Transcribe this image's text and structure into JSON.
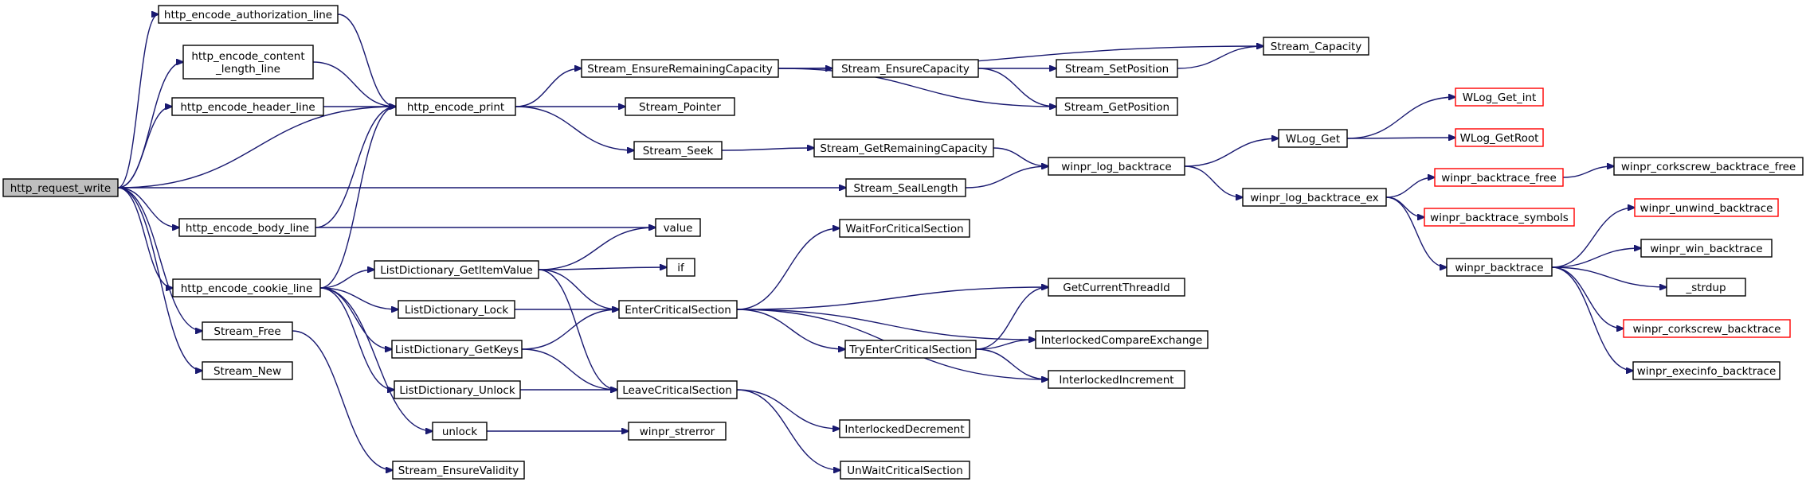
{
  "colors": {
    "edge": "#191970",
    "node_border": "#000000",
    "truncated_border": "#ff0000",
    "root_fill": "#bfbfbf",
    "node_fill": "#ffffff"
  },
  "graph": {
    "root": "http_request_write",
    "nodes": [
      {
        "id": "http_request_write",
        "label": "http_request_write",
        "root": true
      },
      {
        "id": "h_auth",
        "label": "http_encode_authorization_line"
      },
      {
        "id": "h_content",
        "label": "http_encode_content\n_length_line"
      },
      {
        "id": "h_header",
        "label": "http_encode_header_line"
      },
      {
        "id": "h_body",
        "label": "http_encode_body_line"
      },
      {
        "id": "h_cookie",
        "label": "http_encode_cookie_line"
      },
      {
        "id": "s_free",
        "label": "Stream_Free"
      },
      {
        "id": "s_new",
        "label": "Stream_New"
      },
      {
        "id": "h_print",
        "label": "http_encode_print"
      },
      {
        "id": "s_erc",
        "label": "Stream_EnsureRemainingCapacity"
      },
      {
        "id": "s_ptr",
        "label": "Stream_Pointer"
      },
      {
        "id": "s_seek",
        "label": "Stream_Seek"
      },
      {
        "id": "s_ec",
        "label": "Stream_EnsureCapacity"
      },
      {
        "id": "s_cap",
        "label": "Stream_Capacity"
      },
      {
        "id": "s_setpos",
        "label": "Stream_SetPosition"
      },
      {
        "id": "s_getpos",
        "label": "Stream_GetPosition"
      },
      {
        "id": "s_grc",
        "label": "Stream_GetRemainingCapacity"
      },
      {
        "id": "s_seal",
        "label": "Stream_SealLength"
      },
      {
        "id": "value",
        "label": "value"
      },
      {
        "id": "if",
        "label": "if"
      },
      {
        "id": "ld_getitem",
        "label": "ListDictionary_GetItemValue"
      },
      {
        "id": "ld_lock",
        "label": "ListDictionary_Lock"
      },
      {
        "id": "ld_getkeys",
        "label": "ListDictionary_GetKeys"
      },
      {
        "id": "ld_unlock",
        "label": "ListDictionary_Unlock"
      },
      {
        "id": "unlock",
        "label": "unlock"
      },
      {
        "id": "s_ensval",
        "label": "Stream_EnsureValidity"
      },
      {
        "id": "ecs",
        "label": "EnterCriticalSection"
      },
      {
        "id": "lcs",
        "label": "LeaveCriticalSection"
      },
      {
        "id": "strerror",
        "label": "winpr_strerror"
      },
      {
        "id": "wfcs",
        "label": "WaitForCriticalSection"
      },
      {
        "id": "gctid",
        "label": "GetCurrentThreadId"
      },
      {
        "id": "tecs",
        "label": "TryEnterCriticalSection"
      },
      {
        "id": "ice",
        "label": "InterlockedCompareExchange"
      },
      {
        "id": "iinc",
        "label": "InterlockedIncrement"
      },
      {
        "id": "idec",
        "label": "InterlockedDecrement"
      },
      {
        "id": "uwcs",
        "label": "UnWaitCriticalSection"
      },
      {
        "id": "wlb",
        "label": "winpr_log_backtrace"
      },
      {
        "id": "wlog_get",
        "label": "WLog_Get"
      },
      {
        "id": "wlog_int",
        "label": "WLog_Get_int",
        "truncated": true
      },
      {
        "id": "wlog_root",
        "label": "WLog_GetRoot",
        "truncated": true
      },
      {
        "id": "wlbe",
        "label": "winpr_log_backtrace_ex"
      },
      {
        "id": "wbf",
        "label": "winpr_backtrace_free",
        "truncated": true
      },
      {
        "id": "wcbf",
        "label": "winpr_corkscrew_backtrace_free"
      },
      {
        "id": "wbs",
        "label": "winpr_backtrace_symbols",
        "truncated": true
      },
      {
        "id": "wbt",
        "label": "winpr_backtrace"
      },
      {
        "id": "wunwind",
        "label": "winpr_unwind_backtrace",
        "truncated": true
      },
      {
        "id": "wwin",
        "label": "winpr_win_backtrace"
      },
      {
        "id": "strdup",
        "label": "_strdup"
      },
      {
        "id": "wcork",
        "label": "winpr_corkscrew_backtrace",
        "truncated": true
      },
      {
        "id": "wexec",
        "label": "winpr_execinfo_backtrace"
      }
    ],
    "edges": [
      [
        "http_request_write",
        "h_auth"
      ],
      [
        "http_request_write",
        "h_content"
      ],
      [
        "http_request_write",
        "h_header"
      ],
      [
        "http_request_write",
        "h_print"
      ],
      [
        "http_request_write",
        "s_seal"
      ],
      [
        "http_request_write",
        "h_body"
      ],
      [
        "http_request_write",
        "h_cookie"
      ],
      [
        "http_request_write",
        "s_free"
      ],
      [
        "http_request_write",
        "s_new"
      ],
      [
        "h_auth",
        "h_print"
      ],
      [
        "h_content",
        "h_print"
      ],
      [
        "h_header",
        "h_print"
      ],
      [
        "h_body",
        "h_print"
      ],
      [
        "h_body",
        "value"
      ],
      [
        "h_cookie",
        "h_print"
      ],
      [
        "h_cookie",
        "ld_getitem"
      ],
      [
        "h_cookie",
        "ld_lock"
      ],
      [
        "h_cookie",
        "ld_getkeys"
      ],
      [
        "h_cookie",
        "ld_unlock"
      ],
      [
        "h_cookie",
        "unlock"
      ],
      [
        "h_print",
        "s_erc"
      ],
      [
        "h_print",
        "s_ptr"
      ],
      [
        "h_print",
        "s_seek"
      ],
      [
        "s_erc",
        "s_cap"
      ],
      [
        "s_erc",
        "s_ec"
      ],
      [
        "s_erc",
        "s_getpos"
      ],
      [
        "s_ec",
        "s_setpos"
      ],
      [
        "s_ec",
        "s_getpos"
      ],
      [
        "s_setpos",
        "s_cap"
      ],
      [
        "s_seek",
        "s_grc"
      ],
      [
        "s_grc",
        "wlb"
      ],
      [
        "s_seal",
        "wlb"
      ],
      [
        "ld_getitem",
        "value"
      ],
      [
        "ld_getitem",
        "if"
      ],
      [
        "ld_getitem",
        "ecs"
      ],
      [
        "ld_getitem",
        "lcs"
      ],
      [
        "ld_lock",
        "ecs"
      ],
      [
        "ld_getkeys",
        "ecs"
      ],
      [
        "ld_getkeys",
        "lcs"
      ],
      [
        "ld_unlock",
        "lcs"
      ],
      [
        "s_free",
        "s_ensval"
      ],
      [
        "unlock",
        "strerror"
      ],
      [
        "ecs",
        "wfcs"
      ],
      [
        "ecs",
        "gctid"
      ],
      [
        "ecs",
        "tecs"
      ],
      [
        "ecs",
        "ice"
      ],
      [
        "ecs",
        "iinc"
      ],
      [
        "tecs",
        "gctid"
      ],
      [
        "tecs",
        "ice"
      ],
      [
        "tecs",
        "iinc"
      ],
      [
        "lcs",
        "idec"
      ],
      [
        "lcs",
        "uwcs"
      ],
      [
        "wlb",
        "wlog_get"
      ],
      [
        "wlb",
        "wlbe"
      ],
      [
        "wlog_get",
        "wlog_int"
      ],
      [
        "wlog_get",
        "wlog_root"
      ],
      [
        "wlbe",
        "wbf"
      ],
      [
        "wlbe",
        "wbs"
      ],
      [
        "wlbe",
        "wbt"
      ],
      [
        "wbf",
        "wcbf"
      ],
      [
        "wbt",
        "wunwind"
      ],
      [
        "wbt",
        "wwin"
      ],
      [
        "wbt",
        "strdup"
      ],
      [
        "wbt",
        "wcork"
      ],
      [
        "wbt",
        "wexec"
      ]
    ]
  }
}
